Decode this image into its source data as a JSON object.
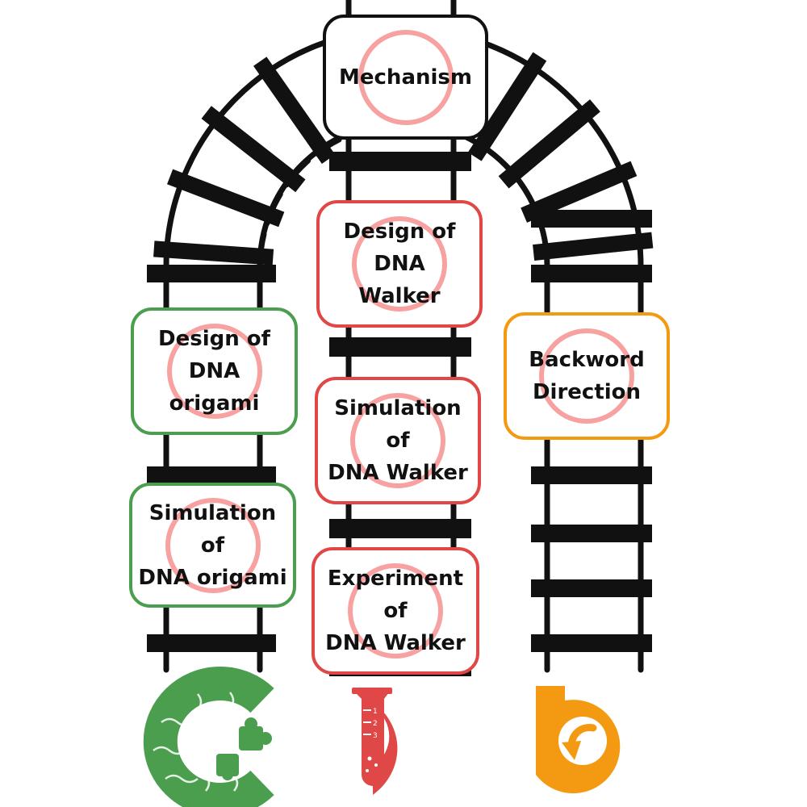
{
  "nodes": {
    "mechanism": "Mechanism",
    "design_walker": "Design of\nDNA\nWalker",
    "simulation_walker": "Simulation\nof\nDNA Walker",
    "experiment_walker": "Experiment\nof\nDNA Walker",
    "design_origami": "Design of\nDNA\norigami",
    "simulation_origami": "Simulation\nof\nDNA origami",
    "backword": "Backword\nDirection"
  },
  "ruler_marks": [
    "1",
    "2",
    "3"
  ],
  "colors": {
    "red": "#e04848",
    "green": "#4a9e4e",
    "orange": "#f39a12",
    "ring": "#f7a1a1",
    "track": "#111111"
  },
  "icons": [
    "puzzle-c-icon",
    "test-tube-d-icon",
    "backward-arrow-b-icon"
  ]
}
